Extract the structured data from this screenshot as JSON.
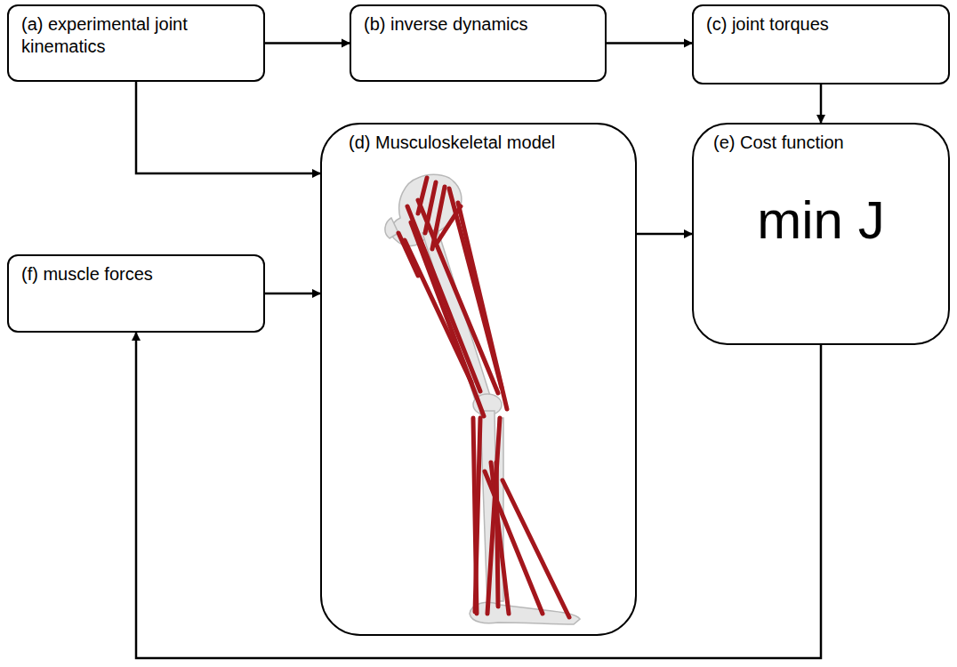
{
  "diagram": {
    "nodes": [
      {
        "text": [
          "(a) experimental joint kinematics"
        ]
      },
      {
        "text": [
          "(b) inverse dynamics"
        ]
      },
      {
        "text": [
          "(c) joint torques"
        ]
      },
      {
        "text": [
          "(d) Musculoskeletal model"
        ]
      },
      {
        "text": [
          "(e) Cost function",
          "min J"
        ]
      },
      {
        "text": [
          "(f) muscle forces"
        ]
      }
    ],
    "edges": [
      {
        "from": 0,
        "to": 1,
        "arrow": "to"
      },
      {
        "from": 1,
        "to": 2,
        "arrow": "to"
      },
      {
        "from": 2,
        "to": 4,
        "arrow": "to"
      },
      {
        "from": 0,
        "to": 3,
        "arrow": "to"
      },
      {
        "from": 5,
        "to": 3,
        "arrow": "to"
      },
      {
        "from": 3,
        "to": 4,
        "arrow": "to"
      },
      {
        "from": 4,
        "to": 5,
        "arrow": "to"
      }
    ]
  }
}
